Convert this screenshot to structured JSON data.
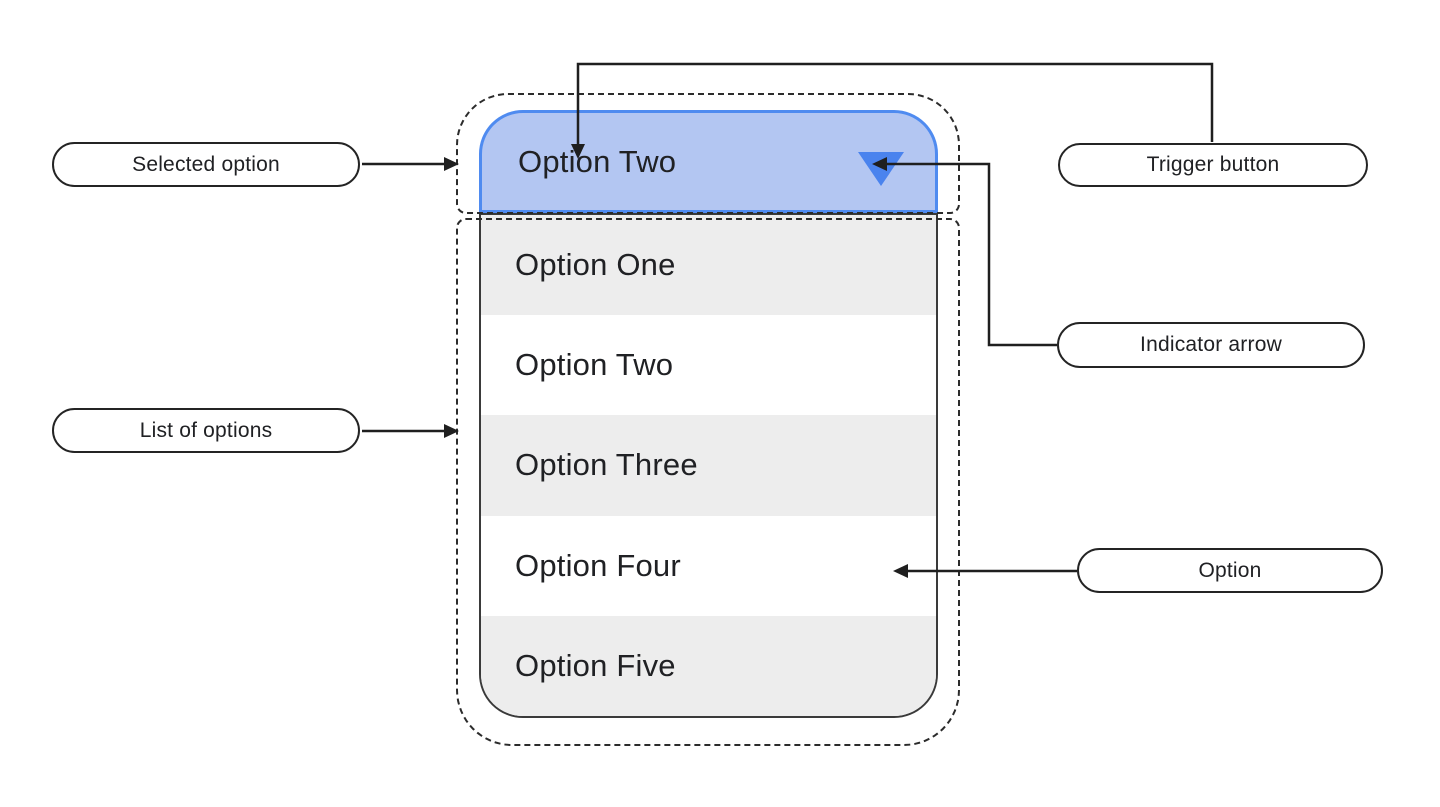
{
  "dropdown": {
    "selected_value": "Option Two",
    "options": [
      "Option One",
      "Option Two",
      "Option Three",
      "Option Four",
      "Option Five"
    ]
  },
  "annotations": {
    "selected_option": "Selected option",
    "trigger_button": "Trigger button",
    "indicator_arrow": "Indicator arrow",
    "list_of_options": "List of options",
    "option": "Option"
  },
  "icons": {
    "indicator": "dropdown-arrow-icon"
  },
  "colors": {
    "trigger_fill": "#b3c6f2",
    "trigger_border": "#4f8bf0",
    "indicator_arrow": "#4a83ee",
    "row_alternate": "#ededed",
    "row_default": "#ffffff",
    "text": "#202124",
    "connector_line": "#1f1f1f",
    "dashed_outline": "#2b2b2b"
  }
}
